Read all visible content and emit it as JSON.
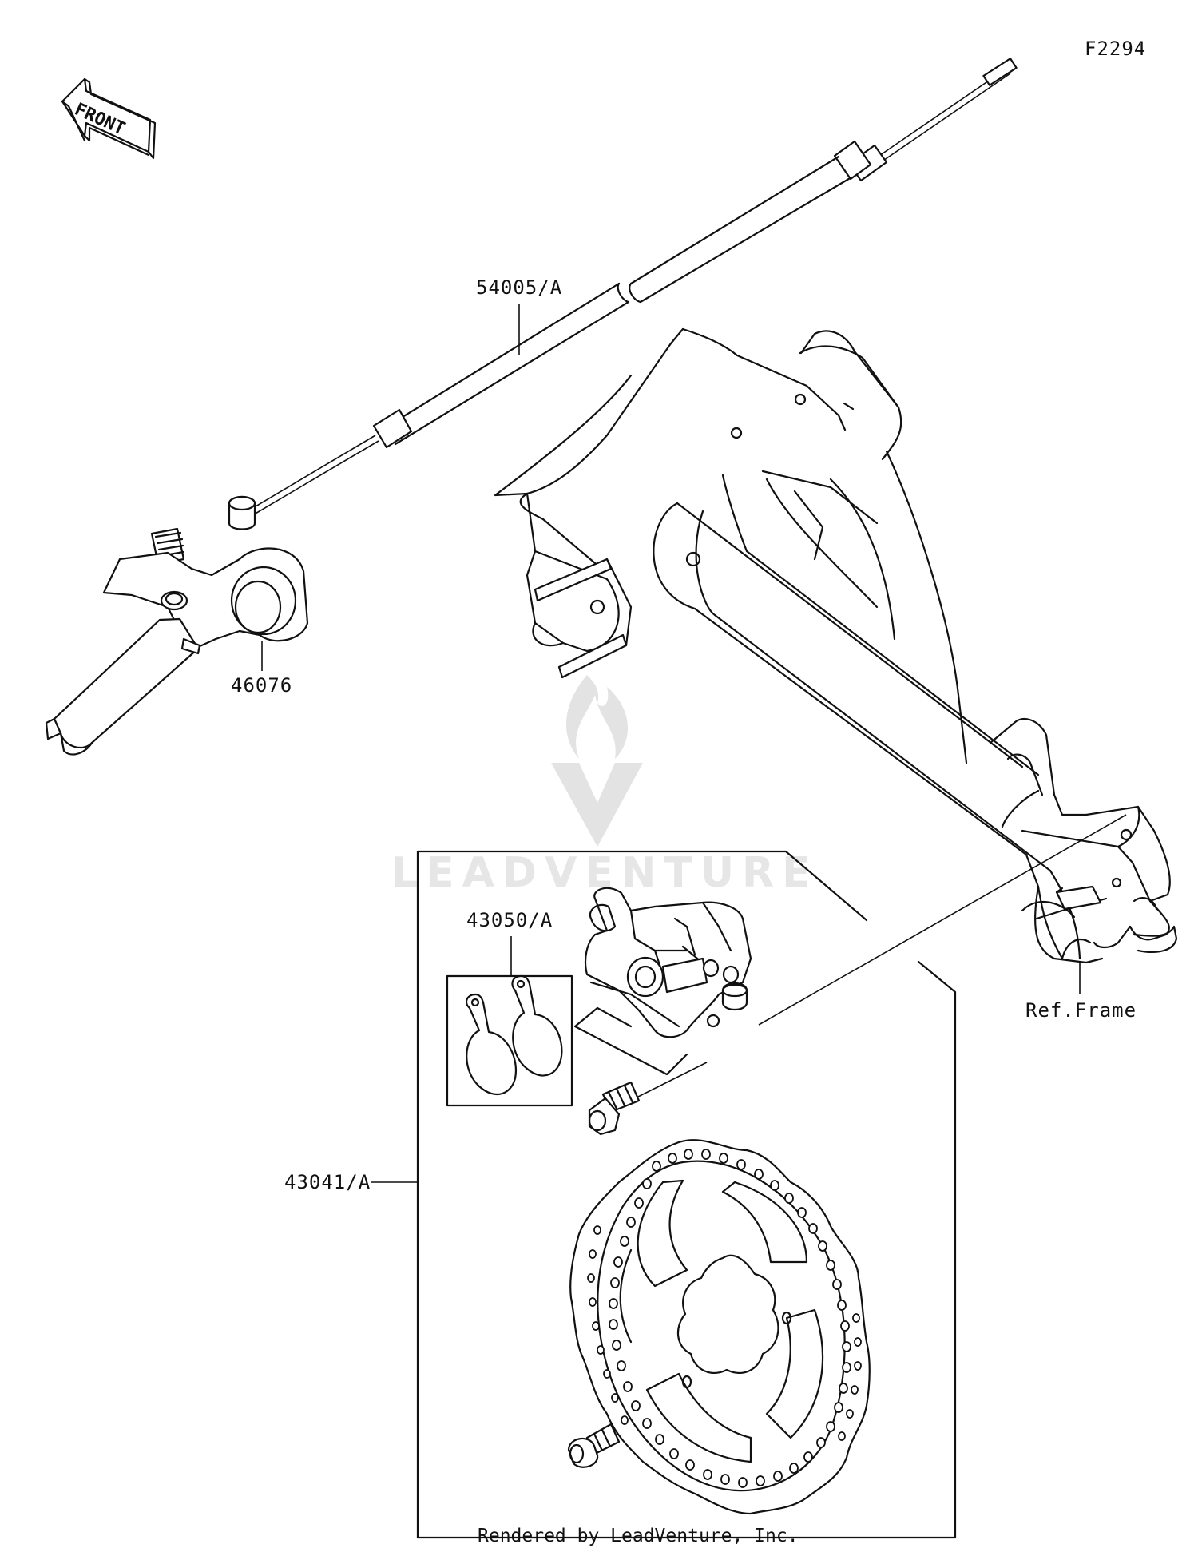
{
  "diagram_code": "F2294",
  "front_label": "FRONT",
  "parts": [
    {
      "id": "54005/A"
    },
    {
      "id": "46076"
    },
    {
      "id": "43050/A"
    },
    {
      "id": "43041/A"
    },
    {
      "id": "Ref.Frame"
    }
  ],
  "watermark": "LEADVENTURE",
  "footer": "Rendered by LeadVenture, Inc."
}
